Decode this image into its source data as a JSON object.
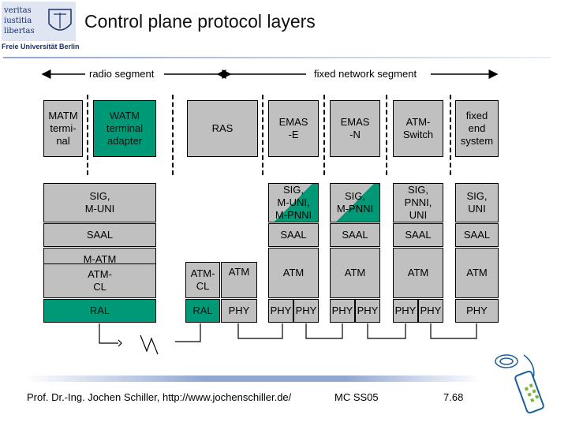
{
  "header": {
    "title": "Control plane protocol layers",
    "logo": {
      "line1": "veritas",
      "line2": "iustitia",
      "line3": "libertas",
      "university": "Freie Universität Berlin"
    }
  },
  "segments": {
    "radio": "radio segment",
    "fixed": "fixed network segment"
  },
  "top_row": {
    "matm": [
      "MATM",
      "termi-",
      "nal"
    ],
    "watm": [
      "WATM",
      "terminal",
      "adapter"
    ],
    "ras": "RAS",
    "emas_e": [
      "EMAS",
      "-E"
    ],
    "emas_n": [
      "EMAS",
      "-N"
    ],
    "atm_switch": [
      "ATM-",
      "Switch"
    ],
    "fixed_end": [
      "fixed",
      "end",
      "system"
    ]
  },
  "left_stack": {
    "sig": [
      "SIG,",
      "M-UNI"
    ],
    "saal": "SAAL",
    "matm": "M-ATM",
    "atmcl": [
      "ATM-",
      "CL"
    ],
    "ral": "RAL"
  },
  "ras_stack": {
    "atmcl": [
      "ATM-",
      "CL"
    ],
    "atm": "ATM",
    "ral": "RAL",
    "phy": "PHY"
  },
  "emas_e_stack": {
    "sig": [
      "SIG,",
      "M-UNI,",
      "M-PNNI"
    ],
    "saal": "SAAL",
    "atm": "ATM",
    "phy1": "PHY",
    "phy2": "PHY"
  },
  "emas_n_stack": {
    "sig": [
      "SIG,",
      "M-PNNI"
    ],
    "saal": "SAAL",
    "atm": "ATM",
    "phy1": "PHY",
    "phy2": "PHY"
  },
  "switch_stack": {
    "sig": [
      "SIG,",
      "PNNI,",
      "UNI"
    ],
    "saal": "SAAL",
    "atm": "ATM",
    "phy1": "PHY",
    "phy2": "PHY"
  },
  "end_stack": {
    "sig": [
      "SIG,",
      "UNI"
    ],
    "saal": "SAAL",
    "atm": "ATM",
    "phy": "PHY"
  },
  "footer": {
    "author": "Prof. Dr.-Ing. Jochen Schiller, http://www.jochenschiller.de/",
    "course": "MC SS05",
    "page": "7.68"
  },
  "colors": {
    "grey": "#c0c0c0",
    "teal": "#009977",
    "accent": "#8fa6d0"
  },
  "icons": [
    "university-logo-icon",
    "mobile-phone-icon"
  ]
}
